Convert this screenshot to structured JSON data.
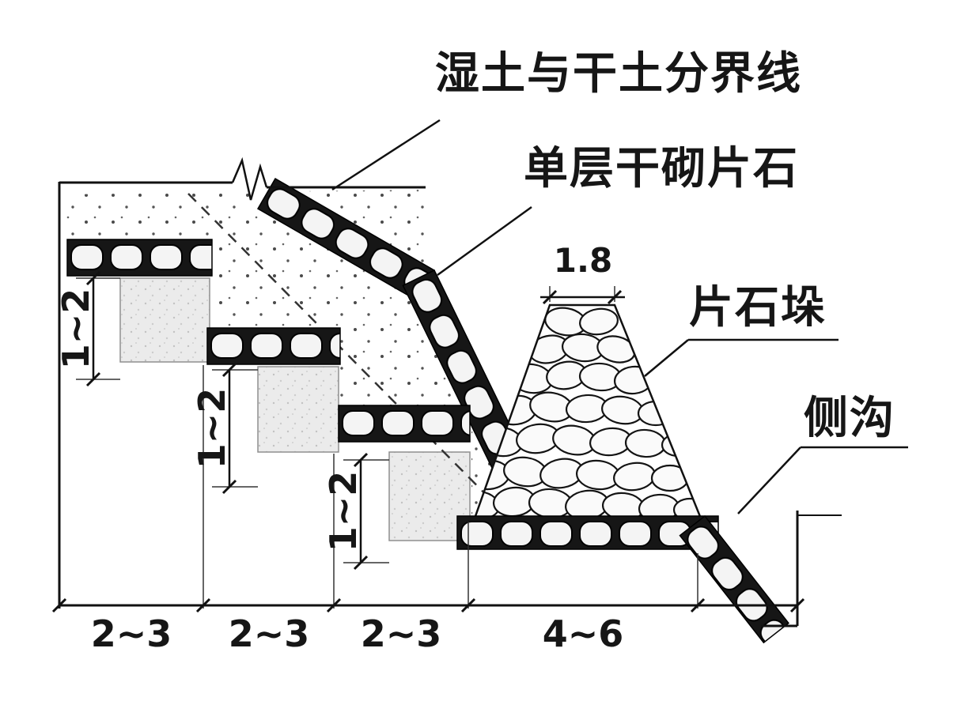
{
  "diagram": {
    "callouts": {
      "wet_dry_boundary": "湿土与干土分界线",
      "dry_laid_stone_layer": "单层干砌片石",
      "stone_pile": "片石垛",
      "side_ditch": "侧沟"
    },
    "dimensions": {
      "pile_top_width": "1.8",
      "step_heights": [
        "1~2",
        "1~2",
        "1~2"
      ],
      "base_widths": [
        "2~3",
        "2~3",
        "2~3",
        "4~6"
      ]
    }
  }
}
